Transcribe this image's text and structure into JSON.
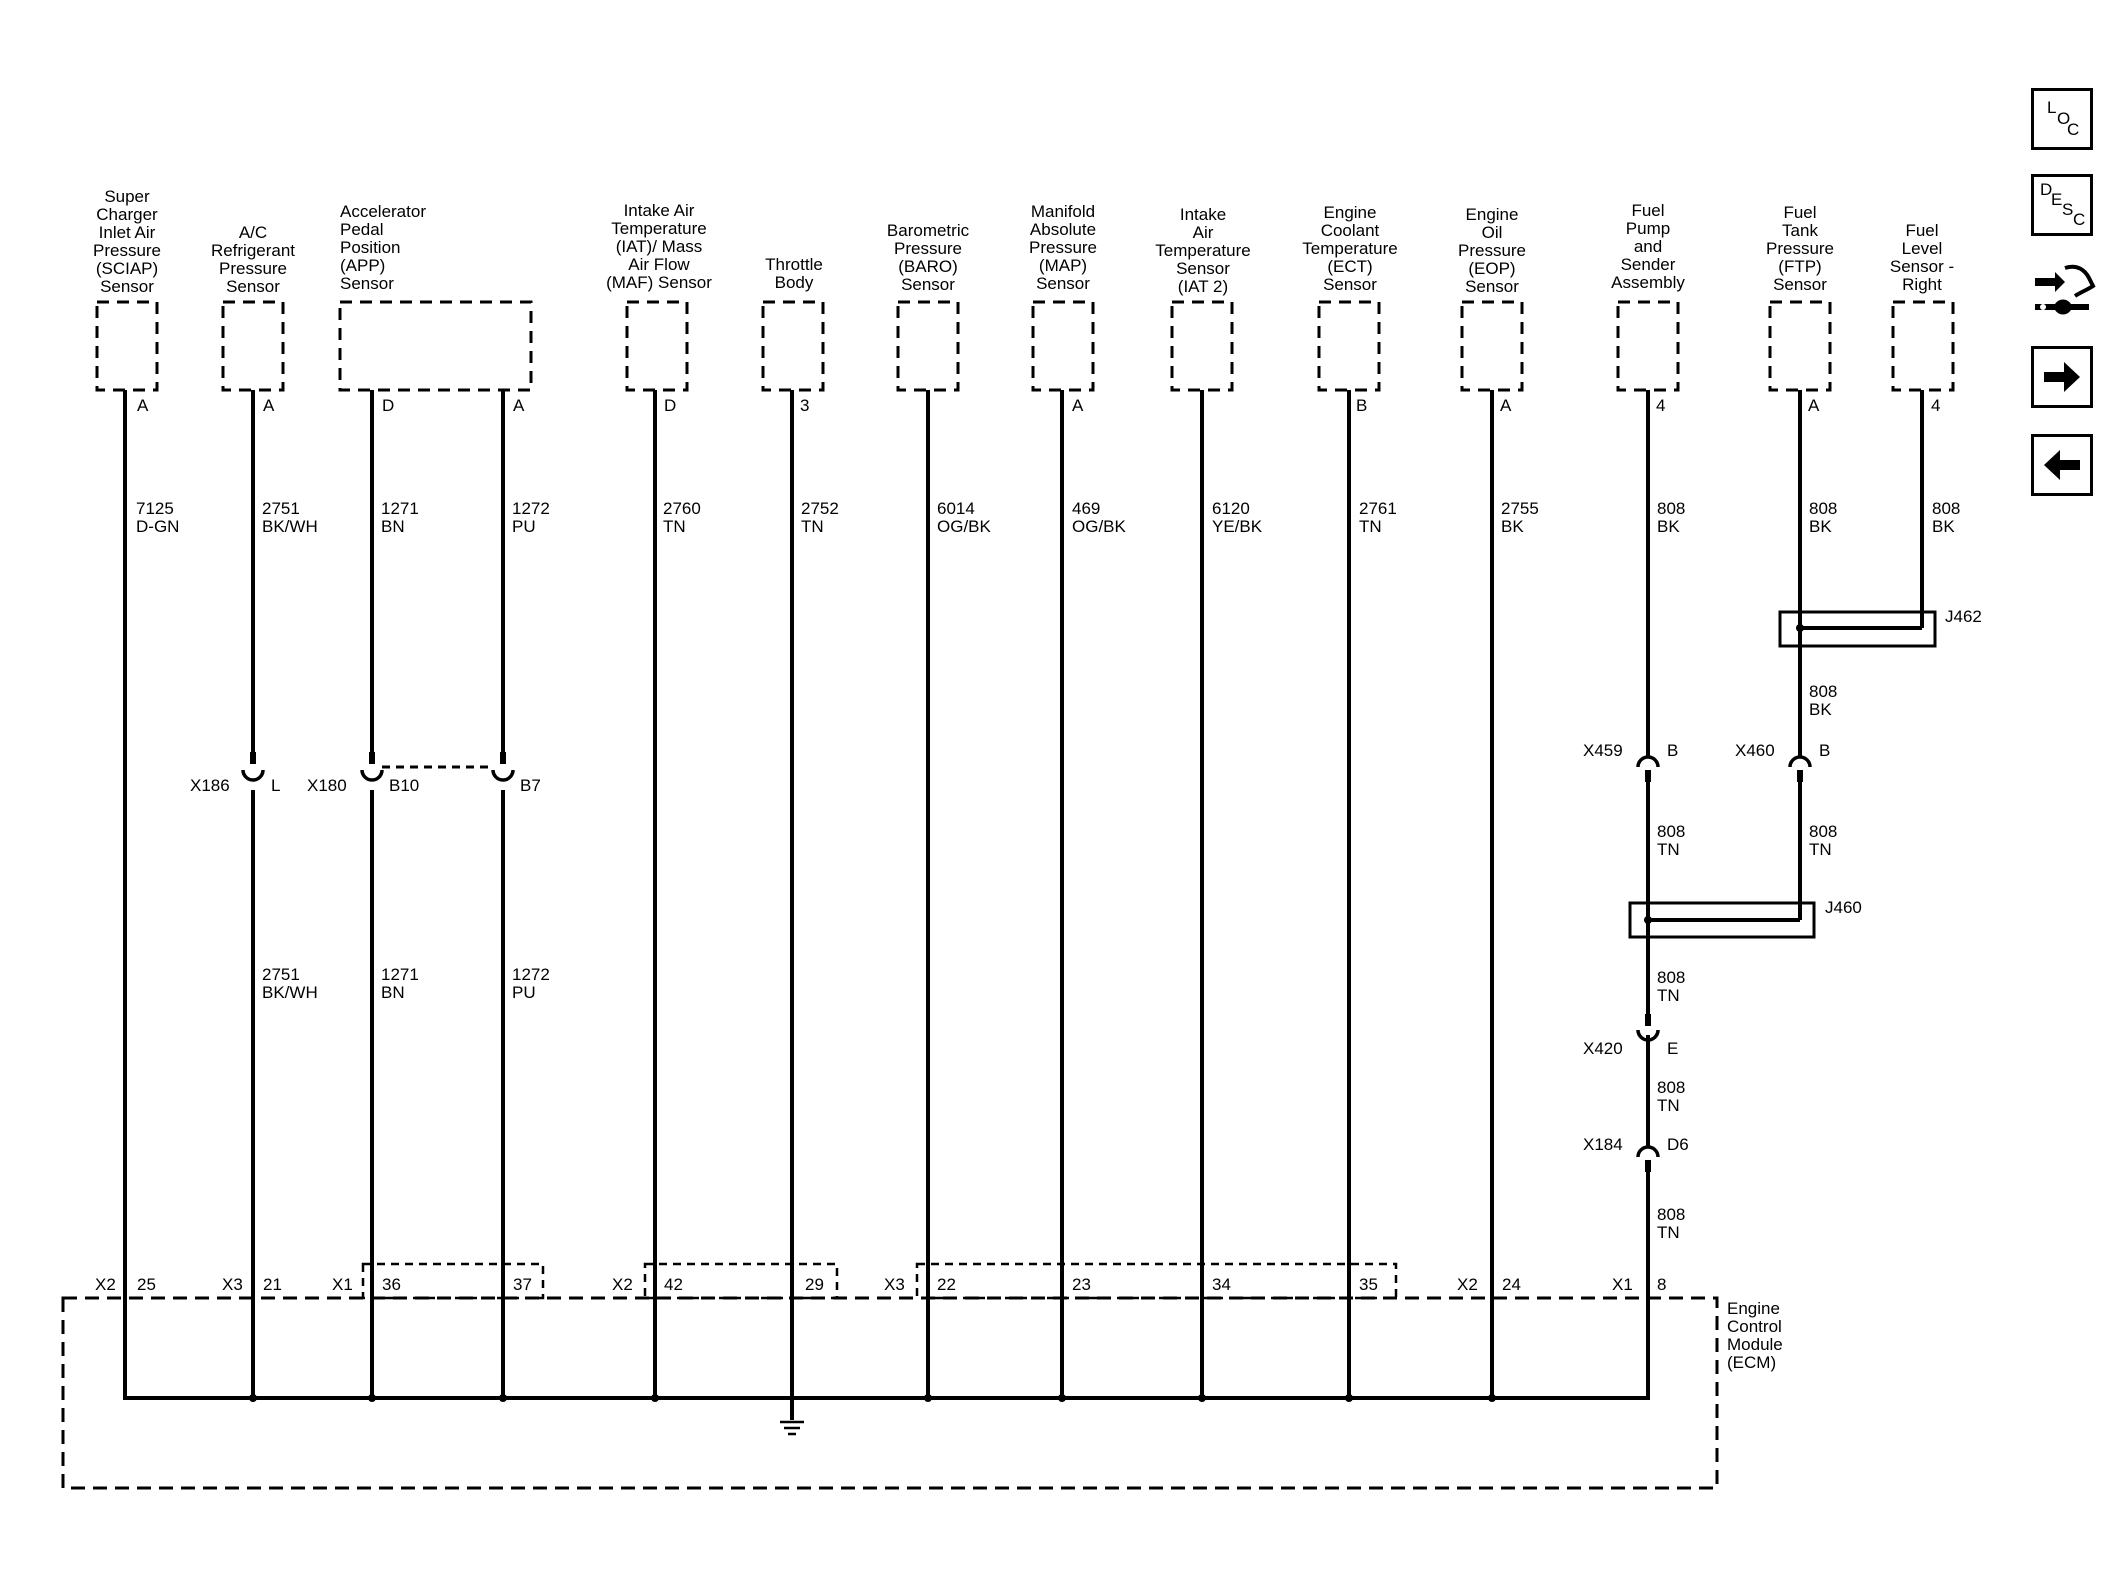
{
  "sensors": [
    {
      "id": "sciap",
      "name": "Super\nCharger\nInlet Air\nPressure\n(SCIAP)\nSensor",
      "pins": [
        "A"
      ]
    },
    {
      "id": "ac",
      "name": "A/C\nRefrigerant\nPressure\nSensor",
      "pins": [
        "A"
      ]
    },
    {
      "id": "app",
      "name": "Accelerator\nPedal\nPosition\n(APP)\nSensor",
      "pins": [
        "D",
        "A"
      ]
    },
    {
      "id": "iat",
      "name": "Intake Air\nTemperature\n(IAT)/ Mass\nAir Flow\n(MAF) Sensor",
      "pins": [
        "D"
      ]
    },
    {
      "id": "throttle",
      "name": "Throttle\nBody",
      "pins": [
        "3"
      ]
    },
    {
      "id": "baro",
      "name": "Barometric\nPressure\n(BARO)\nSensor",
      "pins": [
        ""
      ]
    },
    {
      "id": "map",
      "name": "Manifold\nAbsolute\nPressure\n(MAP)\nSensor",
      "pins": [
        "A"
      ]
    },
    {
      "id": "iat2",
      "name": "Intake\nAir\nTemperature\nSensor\n(IAT 2)",
      "pins": [
        ""
      ]
    },
    {
      "id": "ect",
      "name": "Engine\nCoolant\nTemperature\n(ECT)\nSensor",
      "pins": [
        "B"
      ]
    },
    {
      "id": "eop",
      "name": "Engine\nOil\nPressure\n(EOP)\nSensor",
      "pins": [
        "A"
      ]
    },
    {
      "id": "fuelpump",
      "name": "Fuel\nPump\nand\nSender\nAssembly",
      "pins": [
        "4"
      ]
    },
    {
      "id": "ftp",
      "name": "Fuel\nTank\nPressure\n(FTP)\nSensor",
      "pins": [
        "A"
      ]
    },
    {
      "id": "fuellevel",
      "name": "Fuel\nLevel\nSensor -\nRight",
      "pins": [
        "4"
      ]
    }
  ],
  "circuits": [
    {
      "id": "c7125",
      "num": "7125",
      "color": "D-GN"
    },
    {
      "id": "c2751",
      "num": "2751",
      "color": "BK/WH"
    },
    {
      "id": "c1271",
      "num": "1271",
      "color": "BN"
    },
    {
      "id": "c1272",
      "num": "1272",
      "color": "PU"
    },
    {
      "id": "c2760",
      "num": "2760",
      "color": "TN"
    },
    {
      "id": "c2752",
      "num": "2752",
      "color": "TN"
    },
    {
      "id": "c6014",
      "num": "6014",
      "color": "OG/BK"
    },
    {
      "id": "c469",
      "num": "469",
      "color": "OG/BK"
    },
    {
      "id": "c6120",
      "num": "6120",
      "color": "YE/BK"
    },
    {
      "id": "c2761",
      "num": "2761",
      "color": "TN"
    },
    {
      "id": "c2755",
      "num": "2755",
      "color": "BK"
    },
    {
      "id": "c808a",
      "num": "808",
      "color": "BK"
    },
    {
      "id": "c808b",
      "num": "808",
      "color": "BK"
    },
    {
      "id": "c808c",
      "num": "808",
      "color": "BK"
    },
    {
      "id": "c2751b",
      "num": "2751",
      "color": "BK/WH"
    },
    {
      "id": "c1271b",
      "num": "1271",
      "color": "BN"
    },
    {
      "id": "c1272b",
      "num": "1272",
      "color": "PU"
    },
    {
      "id": "c808d",
      "num": "808",
      "color": "BK"
    },
    {
      "id": "c808e",
      "num": "808",
      "color": "TN"
    },
    {
      "id": "c808f",
      "num": "808",
      "color": "TN"
    },
    {
      "id": "c808g",
      "num": "808",
      "color": "TN"
    },
    {
      "id": "c808h",
      "num": "808",
      "color": "TN"
    },
    {
      "id": "c808i",
      "num": "808",
      "color": "TN"
    }
  ],
  "inline_connectors": [
    {
      "id": "x186",
      "name": "X186",
      "pin": "L"
    },
    {
      "id": "x180",
      "name": "X180",
      "pin": "B10"
    },
    {
      "id": "x180b",
      "name": "",
      "pin": "B7"
    },
    {
      "id": "x459",
      "name": "X459",
      "pin": "B"
    },
    {
      "id": "x460",
      "name": "X460",
      "pin": "B"
    },
    {
      "id": "x420",
      "name": "X420",
      "pin": "E"
    },
    {
      "id": "x184",
      "name": "X184",
      "pin": "D6"
    }
  ],
  "splices": [
    {
      "id": "j462",
      "name": "J462"
    },
    {
      "id": "j460",
      "name": "J460"
    }
  ],
  "ecm": {
    "name": "Engine\nControl\nModule\n(ECM)",
    "connectors": [
      {
        "id": "e1",
        "conn": "X2",
        "pin": "25"
      },
      {
        "id": "e2",
        "conn": "X3",
        "pin": "21"
      },
      {
        "id": "e3",
        "conn": "X1",
        "pin": "36"
      },
      {
        "id": "e4",
        "conn": "",
        "pin": "37"
      },
      {
        "id": "e5",
        "conn": "X2",
        "pin": "42"
      },
      {
        "id": "e6",
        "conn": "",
        "pin": "29"
      },
      {
        "id": "e7",
        "conn": "X3",
        "pin": "22"
      },
      {
        "id": "e8",
        "conn": "",
        "pin": "23"
      },
      {
        "id": "e9",
        "conn": "",
        "pin": "34"
      },
      {
        "id": "e10",
        "conn": "",
        "pin": "35"
      },
      {
        "id": "e11",
        "conn": "X2",
        "pin": "24"
      },
      {
        "id": "e12",
        "conn": "X1",
        "pin": "8"
      }
    ]
  },
  "nav": {
    "loc": {
      "l1": "L",
      "l2": "O",
      "l3": "C"
    },
    "desc": {
      "l1": "D",
      "l2": "E",
      "l3": "S",
      "l4": "C"
    }
  }
}
